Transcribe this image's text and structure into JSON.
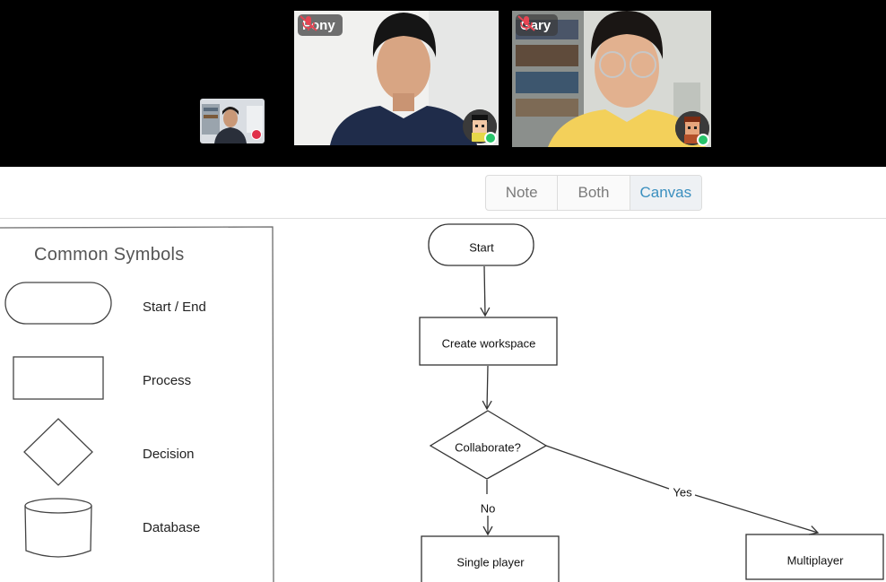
{
  "participants": {
    "pony": {
      "name": "Pony"
    },
    "gary": {
      "name": "Gary"
    }
  },
  "view_toggle": {
    "options": [
      "Note",
      "Both",
      "Canvas"
    ],
    "selected": "Canvas"
  },
  "legend": {
    "title": "Common Symbols",
    "items": [
      {
        "label": "Start / End",
        "shape": "terminator"
      },
      {
        "label": "Process",
        "shape": "rectangle"
      },
      {
        "label": "Decision",
        "shape": "diamond"
      },
      {
        "label": "Database",
        "shape": "cylinder"
      }
    ]
  },
  "flowchart": {
    "start": "Start",
    "process": "Create workspace",
    "decision": "Collaborate?",
    "branch_no": "No",
    "branch_yes": "Yes",
    "single": "Single player",
    "multi": "Multiplayer"
  },
  "colors": {
    "accent": "#3a8fbf",
    "online": "#27c46a",
    "strip_bg": "#000000"
  }
}
